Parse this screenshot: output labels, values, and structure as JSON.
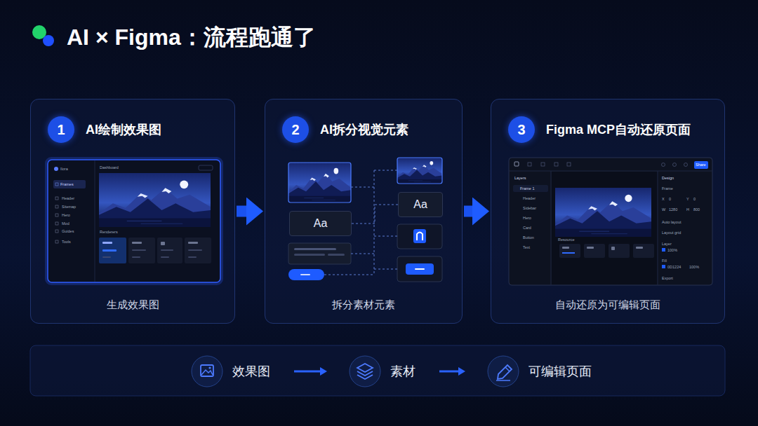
{
  "diagram": {
    "title": "AI × Figma：流程跑通了",
    "nodes": [
      {
        "text": [
          "AI绘制效果图",
          "生成效果图"
        ]
      },
      {
        "text": [
          "1"
        ],
        "in": 0
      },
      {
        "text": [
          "AI拆分视觉元素",
          "拆分素材元素"
        ]
      },
      {
        "text": [
          "2"
        ],
        "in": 2
      },
      {
        "text": [
          "Aa"
        ],
        "in": 2
      },
      {
        "text": [
          "Aa"
        ],
        "in": 2
      },
      {
        "text": [
          "Figma MCP自动还原页面",
          "自动还原为可编辑页面"
        ]
      },
      {
        "text": [
          "3"
        ],
        "in": 6
      },
      {
        "text": [
          "效果图"
        ]
      },
      {
        "text": [
          "素材"
        ]
      },
      {
        "text": [
          "可编辑页面"
        ]
      }
    ],
    "edges": [
      {
        "from": 0,
        "to": 2,
        "arrow": "to"
      },
      {
        "from": 2,
        "to": 6,
        "arrow": "to"
      },
      {
        "from": 4,
        "to": 5,
        "arrow": "none"
      },
      {
        "from": 8,
        "to": 9,
        "arrow": "to"
      },
      {
        "from": 9,
        "to": 10,
        "arrow": "to"
      }
    ],
    "labels": [
      "Ilora",
      "Dashboard",
      "Frames",
      "Header",
      "Sitemap",
      "Hero",
      "Mod",
      "Guides",
      "Tools",
      "Renderers",
      "Share",
      "Layers",
      "Frame 1",
      "Header",
      "Sidebar",
      "Hero",
      "Card",
      "Button",
      "Text",
      "Design",
      "Frame",
      "X",
      "0",
      "Y",
      "0",
      "W",
      "1280",
      "H",
      "800",
      "Auto layout",
      "Layout grid",
      "Layer",
      "100%",
      "Fill",
      "0D1224",
      "100%",
      "Export",
      "Resource"
    ]
  }
}
